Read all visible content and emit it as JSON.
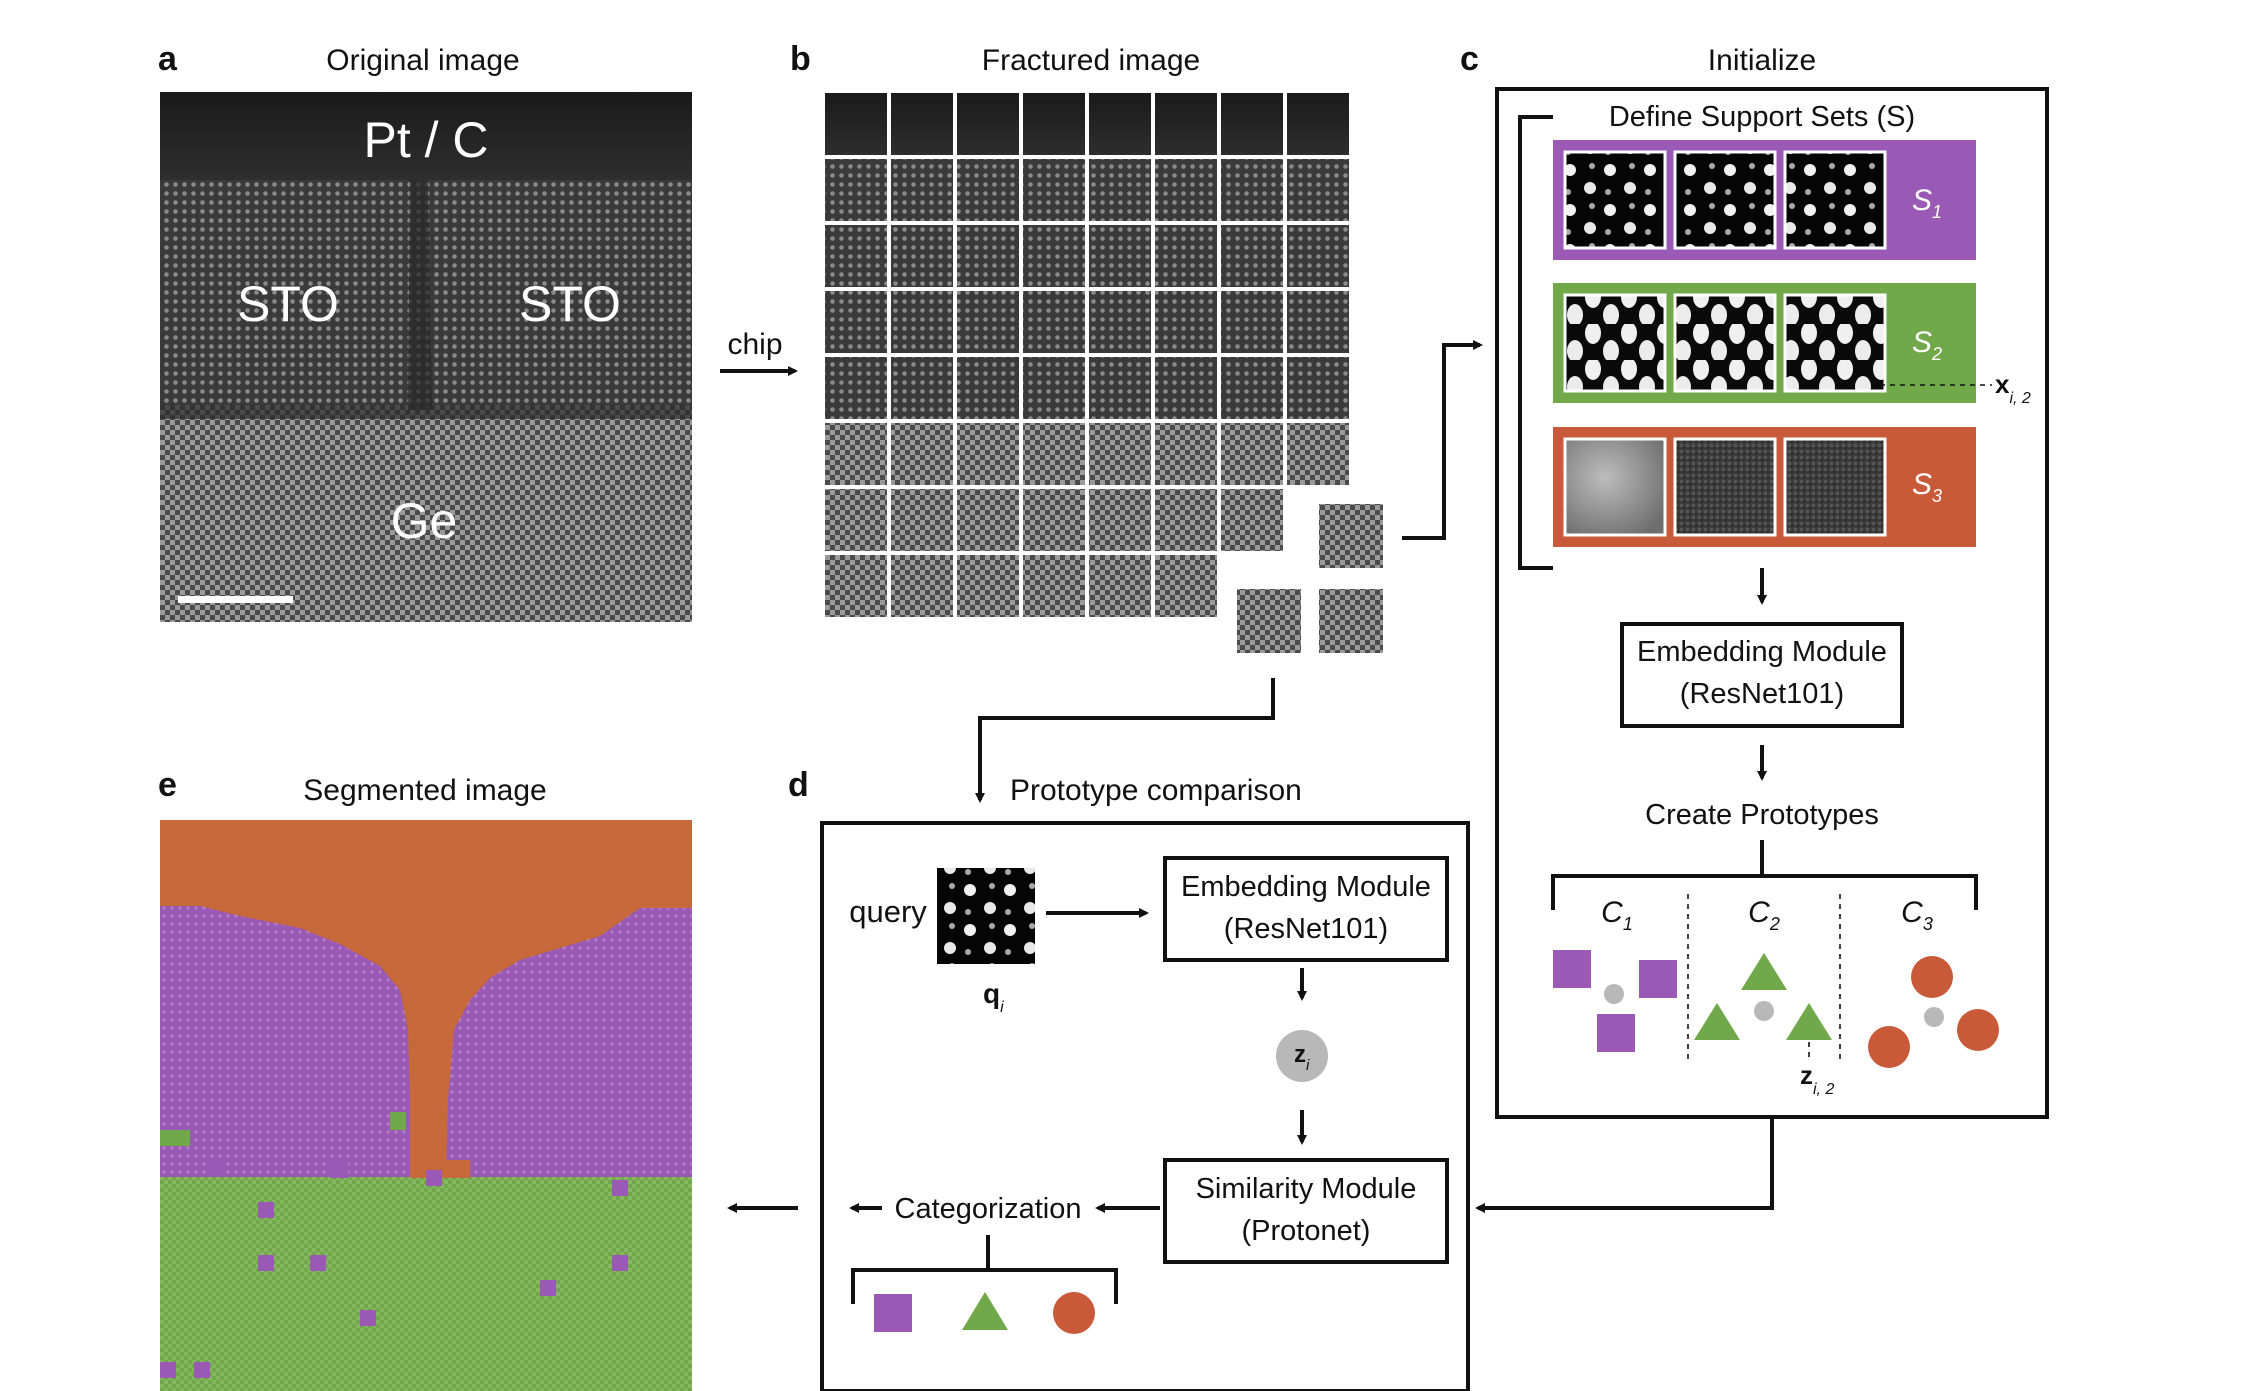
{
  "panels": {
    "a": {
      "letter": "a",
      "title": "Original image",
      "labels": {
        "top": "Pt / C",
        "sto_left": "STO",
        "sto_right": "STO",
        "bottom": "Ge"
      }
    },
    "b": {
      "letter": "b",
      "title": "Fractured image",
      "arrow_label": "chip"
    },
    "c": {
      "letter": "c",
      "title": "Initialize",
      "support_title": "Define Support Sets (S)",
      "sets": [
        {
          "label": "S",
          "sub": "1",
          "color": "#9b59b6"
        },
        {
          "label": "S",
          "sub": "2",
          "color": "#71a84a"
        },
        {
          "label": "S",
          "sub": "3",
          "color": "#c85a3a"
        }
      ],
      "x_label": "x",
      "x_sub": "i, 2",
      "embedding": {
        "line1": "Embedding Module",
        "line2": "(ResNet101)"
      },
      "create_title": "Create Prototypes",
      "classes": [
        {
          "label": "C",
          "sub": "1"
        },
        {
          "label": "C",
          "sub": "2"
        },
        {
          "label": "C",
          "sub": "3"
        }
      ],
      "z_label": "z",
      "z_sub": "i, 2"
    },
    "d": {
      "letter": "d",
      "title": "Prototype comparison",
      "query_label": "query",
      "q_label": "q",
      "q_sub": "i",
      "z_label": "z",
      "z_sub": "i",
      "embedding": {
        "line1": "Embedding Module",
        "line2": "(ResNet101)"
      },
      "similarity": {
        "line1": "Similarity Module",
        "line2": "(Protonet)"
      },
      "categorization": "Categorization"
    },
    "e": {
      "letter": "e",
      "title": "Segmented image"
    }
  },
  "colors": {
    "purple": "#9b59b6",
    "green": "#71a84a",
    "orange": "#c85a3a",
    "center": "#b8b8b8"
  }
}
